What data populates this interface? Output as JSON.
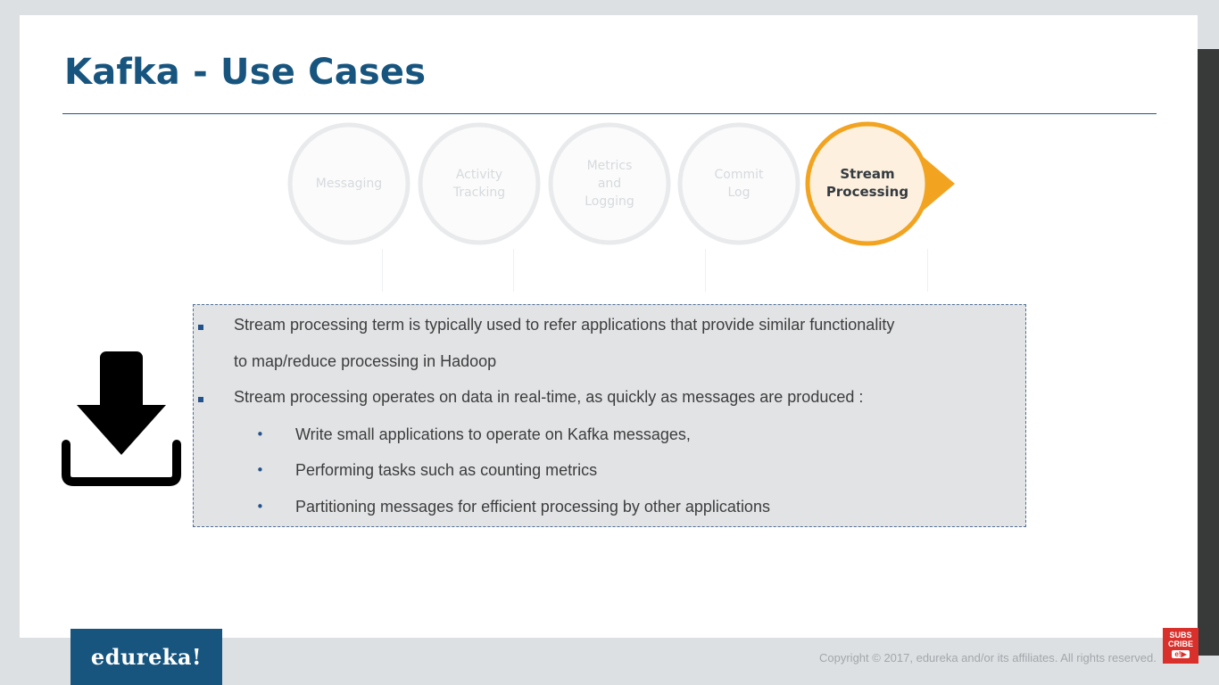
{
  "slide": {
    "title": "Kafka - Use Cases"
  },
  "process_steps": [
    {
      "label": "Messaging",
      "active": false
    },
    {
      "label": "Activity\nTracking",
      "active": false
    },
    {
      "label": "Metrics\nand\nLogging",
      "active": false
    },
    {
      "label": "Commit\nLog",
      "active": false
    },
    {
      "label": "Stream\nProcessing",
      "active": true
    }
  ],
  "content": {
    "bullets": [
      {
        "line1": "Stream processing term is typically used to refer applications that provide similar functionality",
        "line2": "to map/reduce processing in Hadoop"
      },
      {
        "line1": "Stream processing operates on data in real-time, as quickly as messages are produced :"
      }
    ],
    "sub_bullets": [
      "Write small applications to operate on Kafka messages,",
      "Performing tasks such as counting metrics",
      "Partitioning messages for efficient processing by other applications"
    ]
  },
  "footer": {
    "logo": "edureka!",
    "copyright": "Copyright © 2017, edureka and/or its affiliates. All rights reserved.",
    "subscribe_line1": "SUBS",
    "subscribe_line2": "CRIBE",
    "subscribe_badge": "e!▶"
  },
  "colors": {
    "title": "#17557f",
    "active_step": "#f2a320",
    "inactive_step": "#e6e8ea",
    "content_box": "#e1e3e5"
  }
}
